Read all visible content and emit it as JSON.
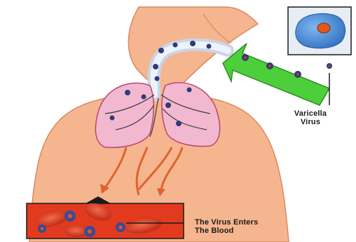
{
  "labels": {
    "varicella": [
      "Varicella",
      "Virus"
    ],
    "blood": [
      "The Virus Enters",
      "The Blood"
    ]
  },
  "colors": {
    "skin": "#f5b58f",
    "skin_outline": "#d98a62",
    "lung": "#f2b8cf",
    "lung_outline": "#b8476e",
    "virus": "#2f3a7a",
    "virus_core": "#c23b1a",
    "arrow_green": "#4ccf3a",
    "blood_bg": "#e23a1e",
    "inset_bg": "#e8ecf4",
    "cell_blue": "#4a8fd8",
    "cell_core": "#e0581c",
    "vessel": "#e0622e",
    "outline": "#1a1a1a"
  }
}
